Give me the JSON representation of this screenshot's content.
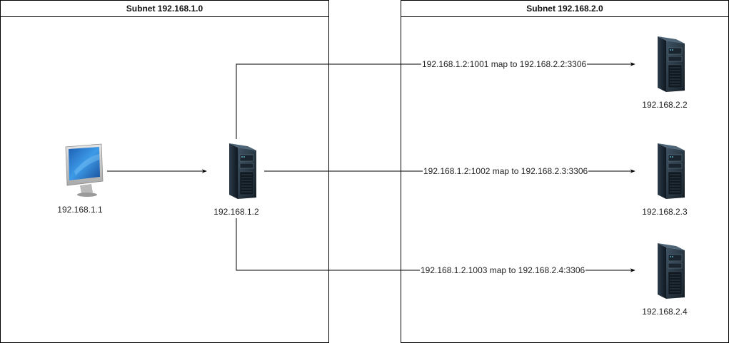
{
  "diagram": {
    "subnets": [
      {
        "id": "left",
        "title": "Subnet 192.168.1.0"
      },
      {
        "id": "right",
        "title": "Subnet 192.168.2.0"
      }
    ],
    "nodes": [
      {
        "id": "client",
        "type": "desktop-computer-icon",
        "label": "192.168.1.1"
      },
      {
        "id": "gateway",
        "type": "server-tower-icon",
        "label": "192.168.1.2"
      },
      {
        "id": "db1",
        "type": "server-tower-icon",
        "label": "192.168.2.2"
      },
      {
        "id": "db2",
        "type": "server-tower-icon",
        "label": "192.168.2.3"
      },
      {
        "id": "db3",
        "type": "server-tower-icon",
        "label": "192.168.2.4"
      }
    ],
    "edges": [
      {
        "from": "client",
        "to": "gateway",
        "label": ""
      },
      {
        "from": "gateway",
        "to": "db1",
        "label": "192.168.1.2:1001 map to 192.168.2.2:3306"
      },
      {
        "from": "gateway",
        "to": "db2",
        "label": "192.168.1.2:1002 map to 192.168.2.3:3306"
      },
      {
        "from": "gateway",
        "to": "db3",
        "label": "192.168.1.2.1003 map to 192.168.2.4:3306"
      }
    ],
    "colors": {
      "line": "#000000",
      "server_body": "#1e2a35",
      "monitor_screen": "#2a7fd4",
      "monitor_frame": "#c8c8c8"
    }
  }
}
